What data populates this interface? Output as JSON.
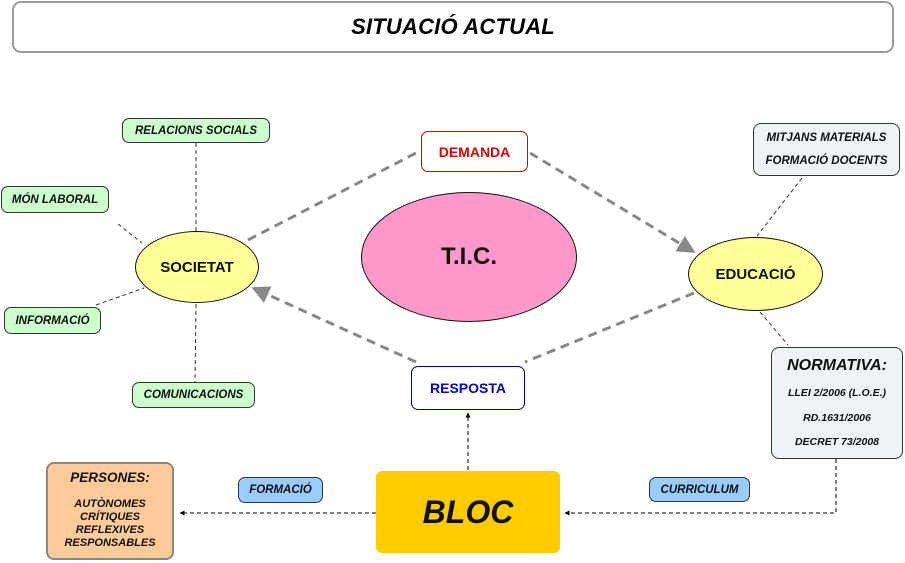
{
  "title": "SITUACIÓ ACTUAL",
  "central_concept": "T.I.C.",
  "societat": {
    "label": "SOCIETAT",
    "aspects": [
      "RELACIONS SOCIALS",
      "MÓN LABORAL",
      "INFORMACIÓ",
      "COMUNICACIONS"
    ]
  },
  "educacio": {
    "label": "EDUCACIÓ",
    "resources": [
      "MITJANS MATERIALS",
      "FORMACIÓ DOCENTS"
    ],
    "normativa": {
      "heading": "NORMATIVA:",
      "items": [
        "LLEI 2/2006 (L.O.E.)",
        "RD.1631/2006",
        "DECRET 73/2008"
      ]
    }
  },
  "demanda": "DEMANDA",
  "resposta": "RESPOSTA",
  "bloc": "BLOC",
  "curriculum": "CURRICULUM",
  "formacio": "FORMACIÓ",
  "persones": {
    "heading": "PERSONES:",
    "qualities": [
      "AUTÒNOMES",
      "CRÍTIQUES",
      "REFLEXIVES",
      "RESPONSABLES"
    ]
  },
  "colors": {
    "green_node": "#ccffcc",
    "yellow_node": "#ffff99",
    "tic_node": "#ff99cc",
    "demanda_text": "#dd0000",
    "resposta_text": "#0000cc",
    "bloc": "#ffcc00",
    "blue_pill": "#99ccff",
    "persones": "#ffcc99",
    "grey_box": "#eef3f5",
    "arrow_grey": "#888888"
  }
}
